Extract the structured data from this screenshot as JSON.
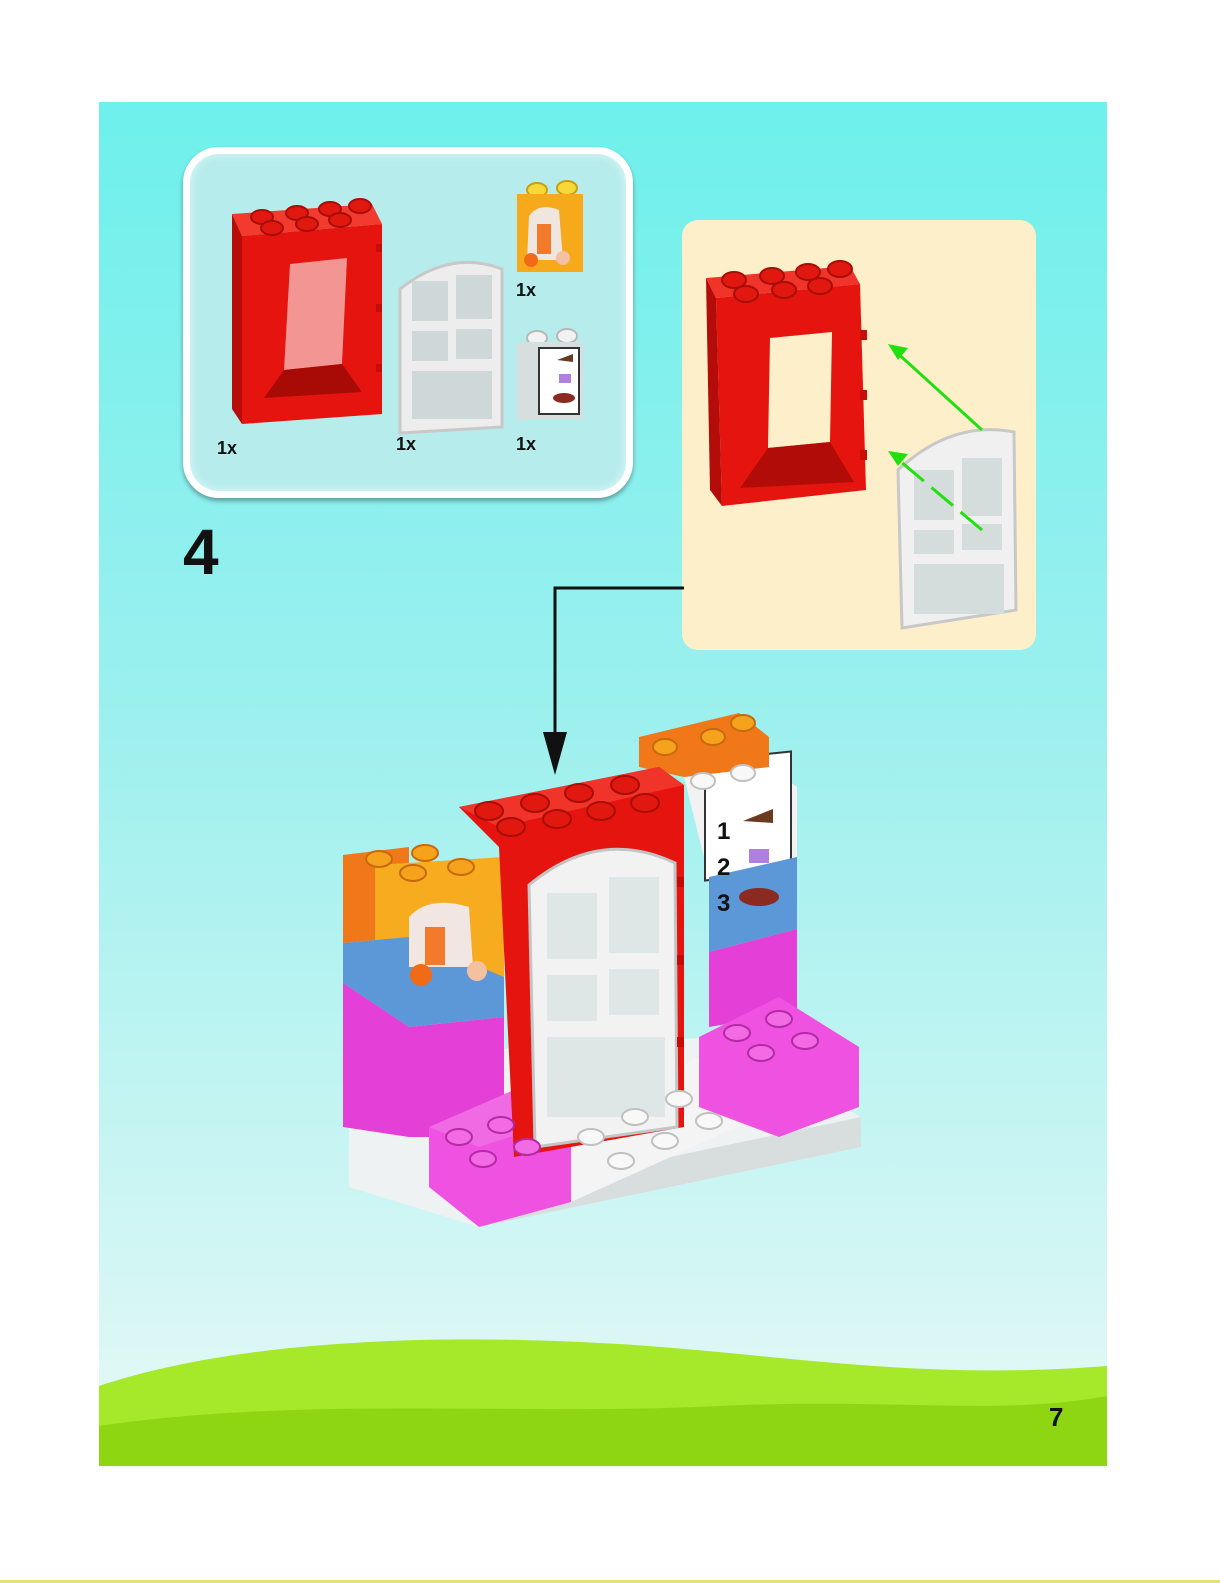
{
  "step": {
    "number": "4"
  },
  "parts": [
    {
      "name": "red door frame brick",
      "qty": "1x"
    },
    {
      "name": "white door",
      "qty": "1x"
    },
    {
      "name": "orange juice printed brick",
      "qty": "1x"
    },
    {
      "name": "menu printed brick",
      "qty": "1x"
    }
  ],
  "menu_numbers": [
    "1",
    "2",
    "3"
  ],
  "page_number": "7",
  "colors": {
    "background_top": "#6ef0ec",
    "hill_green": "#9be31c",
    "callout_bg": "#fdefc9",
    "arrow_green": "#22e010",
    "brick_red": "#e5140e",
    "brick_pink": "#e43fd6",
    "brick_orange": "#f7941d",
    "brick_blue": "#5c97d8"
  }
}
